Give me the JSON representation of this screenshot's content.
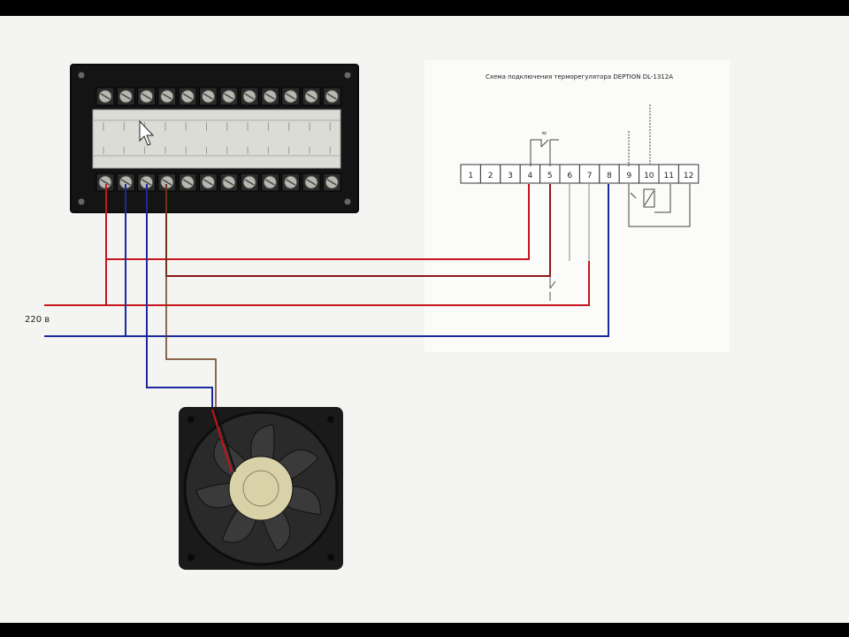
{
  "diagram": {
    "schematic_title": "Схема подключения терморегулятора DEPTION DL-1312A",
    "terminals": [
      "1",
      "2",
      "3",
      "4",
      "5",
      "6",
      "7",
      "8",
      "9",
      "10",
      "11",
      "12"
    ],
    "voltage_label": "220 в",
    "colors": {
      "live": "#c8141c",
      "neutral": "#1a2a9c",
      "signal": "#8a1a14",
      "background": "#f4f4f2"
    },
    "icons": [
      "thermostat-controller",
      "cooling-fan",
      "relay-switch-icon",
      "sensor-icon"
    ]
  }
}
